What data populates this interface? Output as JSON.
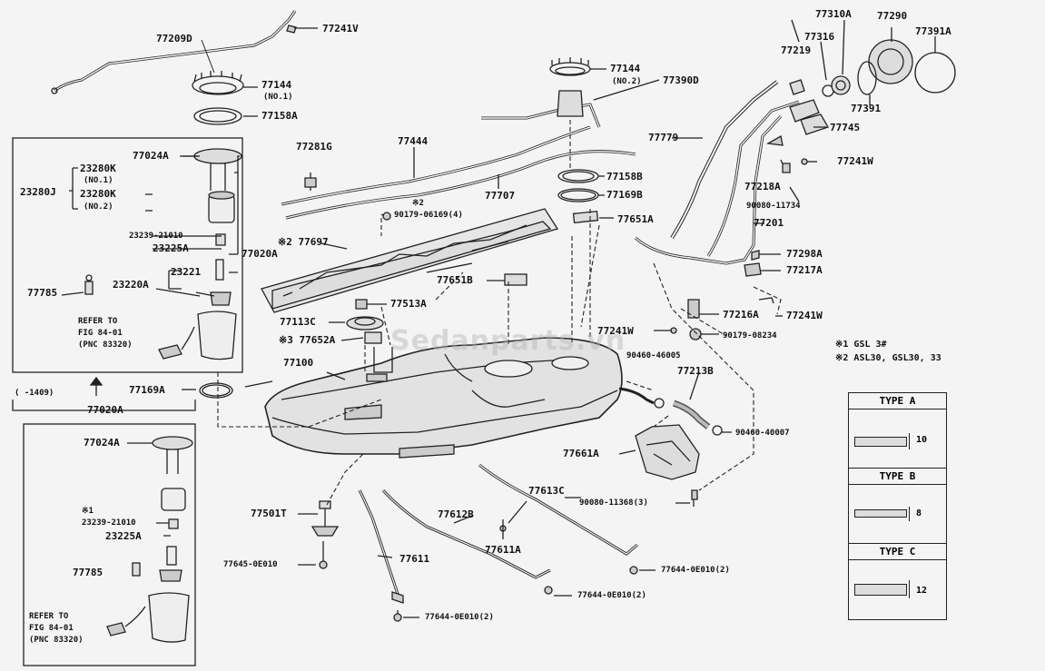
{
  "callouts": {
    "p77209D": "77209D",
    "p77241V": "77241V",
    "p77144_1": "77144",
    "no1": "(NO.1)",
    "p77158A": "77158A",
    "p77024A_top": "77024A",
    "p23280J": "23280J",
    "p23280K_1": "23280K",
    "p23280K_1_no": "(NO.1)",
    "p23280K_2": "23280K",
    "p23280K_2_no": "(NO.2)",
    "p23239_top": "23239-21010",
    "p23225A_top": "23225A",
    "p77020A_side": "77020A",
    "p23221": "23221",
    "p23220A": "23220A",
    "p77785_top": "77785",
    "refer1": "REFER TO",
    "fig1": "FIG 84-01",
    "pnc1": "(PNC 83320)",
    "p77169A": "77169A",
    "p77100": "77100",
    "p77281G": "77281G",
    "p77444": "77444",
    "p77707": "77707",
    "x2a": "※2",
    "p90179_06169": "90179-06169(4)",
    "p77697": "※2 77697",
    "p77513A": "77513A",
    "p77113C": "77113C",
    "p77652A": "※3 77652A",
    "p77651B": "77651B",
    "p77651A": "77651A",
    "p77144_2": "77144",
    "no2": "(NO.2)",
    "p77390D": "77390D",
    "p77158B": "77158B",
    "p77169B": "77169B",
    "p77241W_mid": "77241W",
    "p90460_46005": "90460-46005",
    "p77213B": "77213B",
    "p90460_40007": "90460-40007",
    "p77661A": "77661A",
    "p90080_11368": "90080-11368(3)",
    "p77613C": "77613C",
    "p77612B": "77612B",
    "p77611A": "77611A",
    "p77611": "77611",
    "p77501T": "77501T",
    "p77645": "77645-0E010",
    "p77644_a": "77644-0E010(2)",
    "p77644_b": "77644-0E010(2)",
    "p77644_c": "77644-0E010(2)",
    "p77779": "77779",
    "p77219": "77219",
    "p77316": "77316",
    "p77310A": "77310A",
    "p77290": "77290",
    "p77391A": "77391A",
    "p77391": "77391",
    "p77745": "77745",
    "p77241W_r1": "77241W",
    "p77218A": "77218A",
    "p90080_11734": "90080-11734",
    "p77201": "77201",
    "p77298A": "77298A",
    "p77217A": "77217A",
    "p77216A": "77216A",
    "p77241W_r2": "77241W",
    "p90179_08234": "90179-08234",
    "range": "(   -1409)",
    "p77020A_box": "77020A",
    "p77024A_bot": "77024A",
    "x1": "※1",
    "p23239_bot": "23239-21010",
    "p23225A_bot": "23225A",
    "p77785_bot": "77785",
    "refer2": "REFER TO",
    "fig2": "FIG 84-01",
    "pnc2": "(PNC 83320)"
  },
  "notes": {
    "n1": "※1  GSL 3#",
    "n2": "※2  ASL30, GSL30, 33",
    "n3": "※3"
  },
  "types": [
    {
      "label": "TYPE  A",
      "dim": "10"
    },
    {
      "label": "TYPE  B",
      "dim": "8"
    },
    {
      "label": "TYPE  C",
      "dim": "12"
    }
  ],
  "watermark": "Sedanparts.vn"
}
